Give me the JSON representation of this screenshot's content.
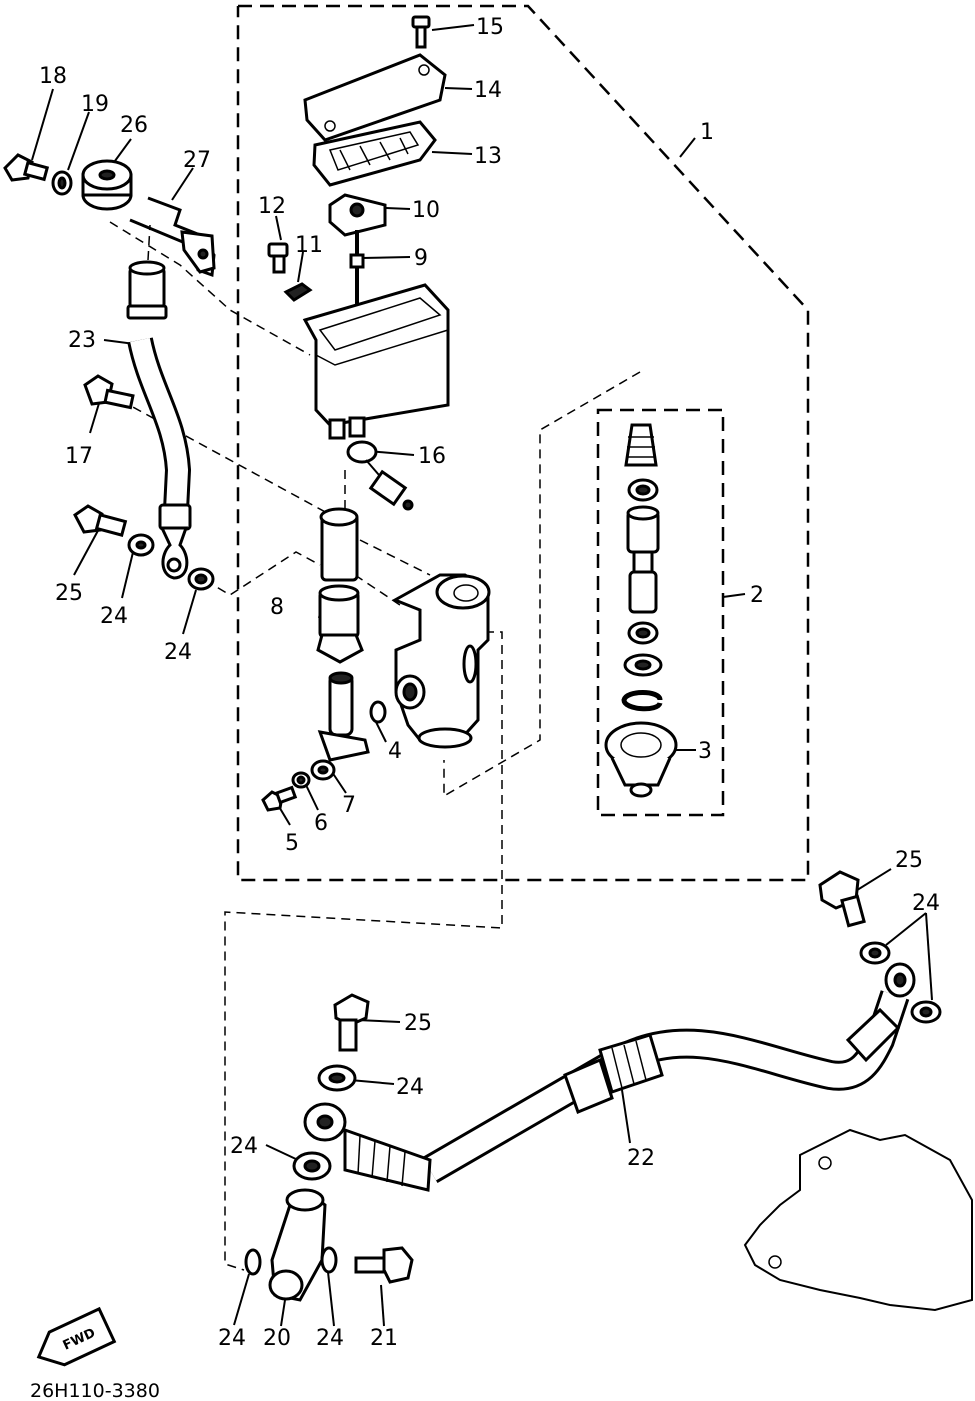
{
  "diagram": {
    "labels": {
      "l1": "1",
      "l2": "2",
      "l3": "3",
      "l4": "4",
      "l5": "5",
      "l6": "6",
      "l7": "7",
      "l8": "8",
      "l9": "9",
      "l10": "10",
      "l11": "11",
      "l12": "12",
      "l13": "13",
      "l14": "14",
      "l15": "15",
      "l16": "16",
      "l17": "17",
      "l18": "18",
      "l19": "19",
      "l20": "20",
      "l21": "21",
      "l22": "22",
      "l23": "23",
      "l24a": "24",
      "l24b": "24",
      "l24c": "24",
      "l24d": "24",
      "l24e": "24",
      "l24f": "24",
      "l24g": "24",
      "l25a": "25",
      "l25b": "25",
      "l25c": "25",
      "l26": "26",
      "l27": "27"
    },
    "fwd_label": "FWD",
    "drawing_code": "26H110-3380"
  }
}
